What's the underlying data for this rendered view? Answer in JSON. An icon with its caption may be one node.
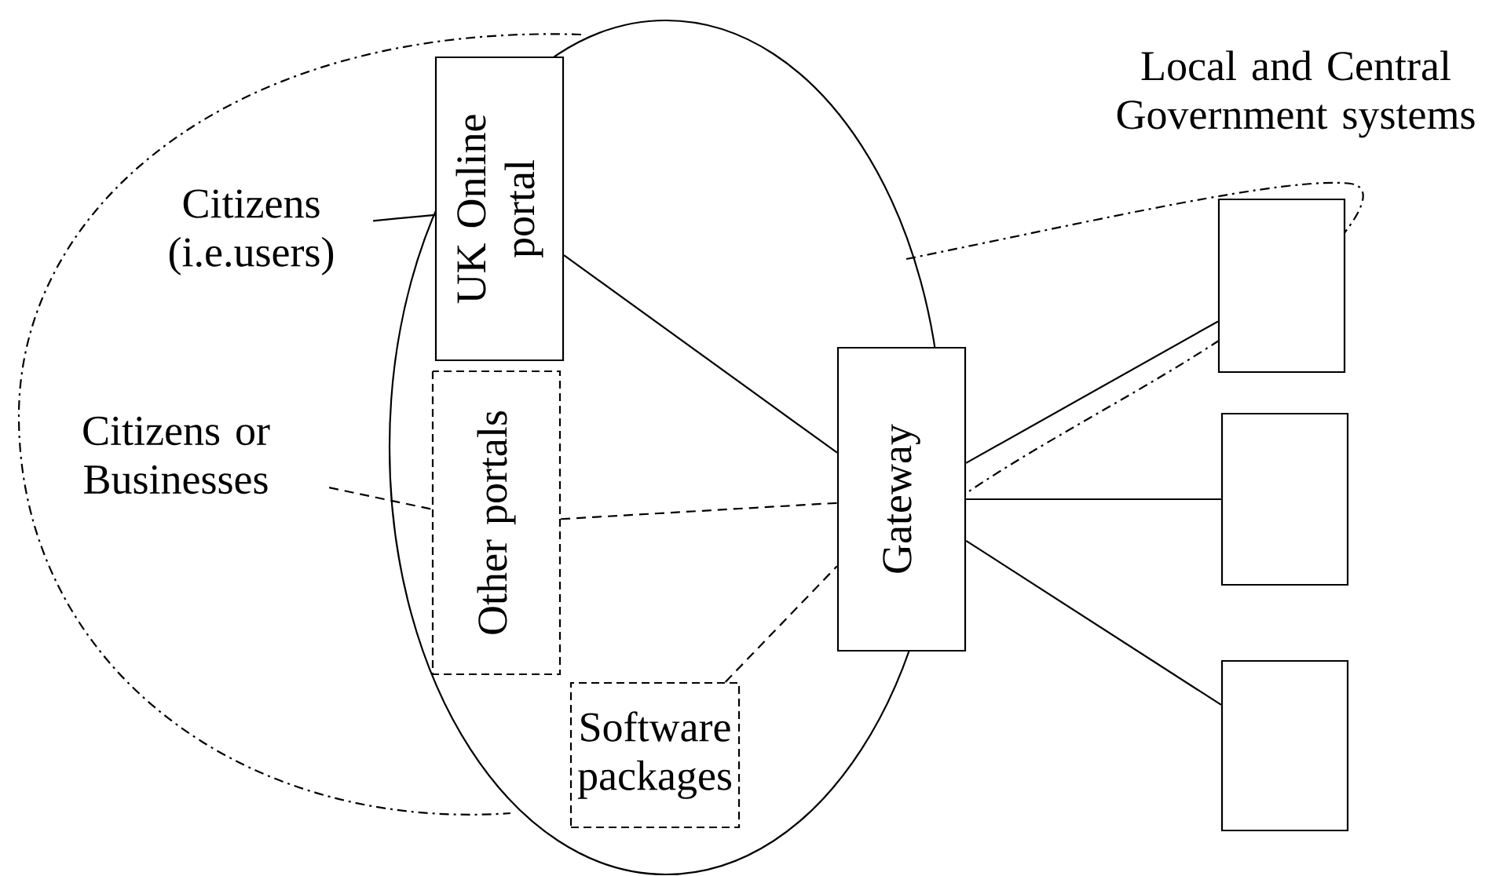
{
  "diagram": {
    "nodes": [
      {
        "text": [
          "UK Online portal"
        ]
      },
      {
        "text": [
          "Other portals"
        ]
      },
      {
        "text": [
          "Software packages"
        ]
      },
      {
        "text": [
          "Gateway"
        ]
      },
      {
        "text": [],
        "shape": "box"
      },
      {
        "text": [],
        "shape": "box"
      },
      {
        "text": [],
        "shape": "box"
      },
      {
        "text": [
          "Citizens (i.e.users)"
        ]
      },
      {
        "text": [
          "Citizens or Businesses"
        ]
      }
    ],
    "edges": [
      {
        "from": 7,
        "to": 0,
        "arrow": "none"
      },
      {
        "from": 8,
        "to": 1,
        "arrow": "none",
        "style": "dashed"
      },
      {
        "from": 0,
        "to": 3,
        "arrow": "none"
      },
      {
        "from": 1,
        "to": 3,
        "arrow": "none",
        "style": "dashed"
      },
      {
        "from": 2,
        "to": 3,
        "arrow": "none",
        "style": "dashed"
      },
      {
        "from": 3,
        "to": 4,
        "arrow": "none"
      },
      {
        "from": 3,
        "to": 5,
        "arrow": "none"
      },
      {
        "from": 3,
        "to": 6,
        "arrow": "none"
      }
    ],
    "labels": [
      "Local and Central Government systems"
    ]
  }
}
